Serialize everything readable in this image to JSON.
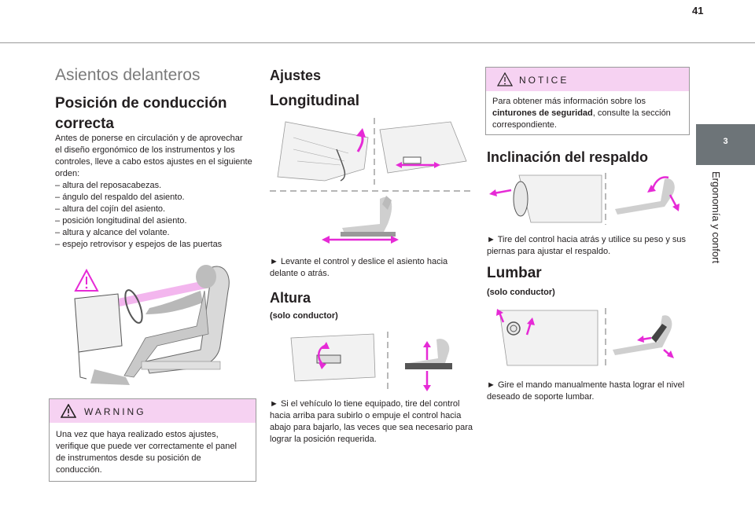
{
  "page": {
    "number": "41"
  },
  "side_tab": {
    "number": "3",
    "title": "Ergonomía y confort"
  },
  "col1": {
    "title": "Asientos delanteros",
    "subtitle_line1": "Posición de conducción",
    "subtitle_line2": "correcta",
    "intro": [
      "Antes de ponerse en circulación y de aprovechar",
      "el diseño ergonómico de los instrumentos y los",
      "controles, lleve a cabo estos ajustes en el siguiente",
      "orden:"
    ],
    "list": [
      "altura del reposacabezas.",
      "ángulo del respaldo del asiento.",
      "altura del cojín del asiento.",
      "posición longitudinal del asiento.",
      "altura y alcance del volante.",
      "espejo retrovisor y espejos de las puertas"
    ],
    "warning": {
      "title": "WARNING",
      "lines": [
        "Una vez que haya realizado estos ajustes,",
        "verifique que puede ver correctamente el panel",
        "de instrumentos desde su posición de",
        "conducción."
      ]
    }
  },
  "col2": {
    "title": "Ajustes",
    "longitudinal": {
      "title": "Longitudinal",
      "text": [
        "►  Levante el control y deslice el asiento hacia",
        "delante o atrás."
      ]
    },
    "altura": {
      "title": "Altura",
      "note": "(solo conductor)",
      "text": [
        "►  Si el vehículo lo tiene equipado, tire del control",
        "hacia arriba para subirlo o empuje el control hacia",
        "abajo para bajarlo, las veces que sea necesario para",
        "lograr la posición requerida."
      ]
    }
  },
  "col3": {
    "notice": {
      "title": "NOTICE",
      "line1": "Para obtener más información sobre los",
      "line2_bold": "cinturones de seguridad",
      "line2_rest": ", consulte la sección",
      "line3": "correspondiente."
    },
    "respaldo": {
      "title": "Inclinación del respaldo",
      "text": [
        "►  Tire del control hacia atrás y utilice su peso y sus",
        "piernas para ajustar el respaldo."
      ]
    },
    "lumbar": {
      "title": "Lumbar",
      "note": "(solo conductor)",
      "text": [
        "►  Gire el mando manualmente hasta lograr el nivel",
        "deseado de soporte lumbar."
      ]
    }
  },
  "colors": {
    "accent": "#e62ad6",
    "box_header": "#f6d2f2",
    "tab": "#6d7478",
    "gray_text": "#7a7a7a"
  },
  "icons": [
    "warning-triangle-icon",
    "notice-triangle-icon",
    "driving-position-illustration",
    "seat-longitudinal-illustration",
    "seat-height-illustration",
    "backrest-illustration",
    "lumbar-illustration"
  ]
}
